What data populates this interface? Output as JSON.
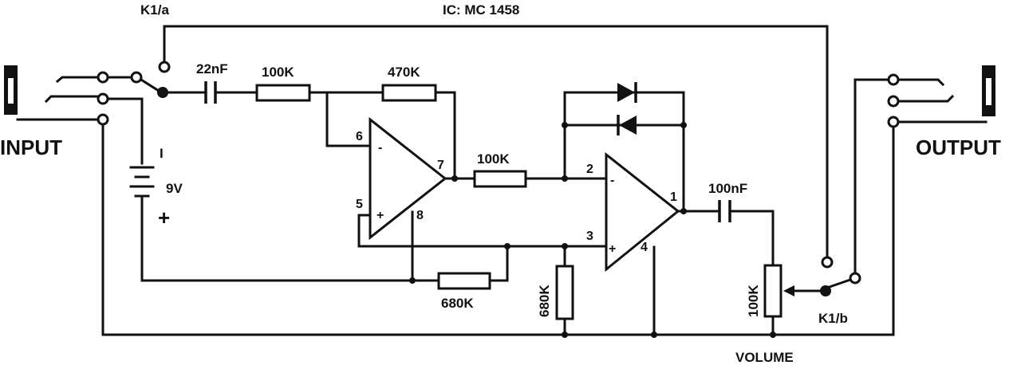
{
  "title": "IC: MC 1458",
  "labels": {
    "input": "INPUT",
    "output": "OUTPUT",
    "volume": "VOLUME",
    "switch_a": "K1/a",
    "switch_b": "K1/b",
    "battery_voltage": "9V",
    "battery_minus": "I",
    "battery_plus": "+"
  },
  "components": {
    "c_input": "22nF",
    "r_input": "100K",
    "r_feedback": "470K",
    "r_coupling": "100K",
    "r_bias_series": "680K",
    "r_bias_ground": "680K",
    "c_output": "100nF",
    "pot_volume": "100K"
  },
  "opamp1_pins": {
    "inv": "6",
    "inv_sign": "-",
    "noninv": "5",
    "noninv_sign": "+",
    "out": "7",
    "supply": "8"
  },
  "opamp2_pins": {
    "inv": "2",
    "inv_sign": "-",
    "noninv": "3",
    "noninv_sign": "+",
    "out": "1",
    "ground": "4"
  }
}
